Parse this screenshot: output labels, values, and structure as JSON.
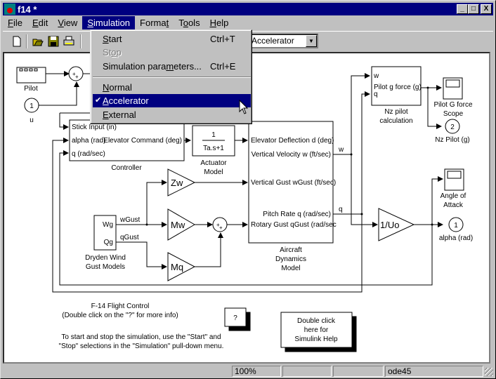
{
  "window": {
    "title": "f14 *",
    "minimize": "_",
    "maximize": "□",
    "close": "X"
  },
  "menubar": [
    {
      "label": "File",
      "u": "F",
      "rest": "ile"
    },
    {
      "label": "Edit",
      "u": "E",
      "rest": "dit"
    },
    {
      "label": "View",
      "u": "V",
      "rest": "iew"
    },
    {
      "label": "Simulation",
      "u": "S",
      "rest": "imulation"
    },
    {
      "label": "Format",
      "pre": "Forma",
      "u": "t",
      "rest": ""
    },
    {
      "label": "Tools",
      "pre": "T",
      "u": "o",
      "rest": "ols"
    },
    {
      "label": "Help",
      "u": "H",
      "rest": "elp"
    }
  ],
  "toolbar": {
    "icons": [
      "new-icon",
      "open-icon",
      "save-icon",
      "print-icon"
    ],
    "sim_mode": "Accelerator"
  },
  "simulation_menu": {
    "start": {
      "u": "S",
      "rest": "tart",
      "shortcut": "Ctrl+T"
    },
    "stop": {
      "pre": "St",
      "u": "o",
      "rest": "p"
    },
    "params": {
      "pre": "Simulation para",
      "u": "m",
      "rest": "eters...",
      "shortcut": "Ctrl+E"
    },
    "normal": {
      "u": "N",
      "rest": "ormal"
    },
    "accelerator": {
      "u": "A",
      "rest": "ccelerator",
      "check": "✔"
    },
    "external": {
      "u": "E",
      "rest": "xternal"
    }
  },
  "diagram": {
    "pilot": "Pilot",
    "u_port": "1",
    "u_label": "u",
    "controller": {
      "name": "Controller",
      "in1": "Stick Input (in)",
      "in2": "alpha (rad)",
      "in3": "q (rad/sec)",
      "out": "Elevator Command (deg)"
    },
    "actuator": {
      "num": "1",
      "den": "Ta.s+1",
      "name1": "Actuator",
      "name2": "Model"
    },
    "aircraft": {
      "in1": "Elevator Deflection d (deg)",
      "out1": "Vertical Velocity w (ft/sec)",
      "in2": "Vertical Gust wGust (ft/sec)",
      "out2": "Pitch Rate q (rad/sec)",
      "in3": "Rotary Gust qGust (rad/sec",
      "name1": "Aircraft",
      "name2": "Dynamics",
      "name3": "Model"
    },
    "gains": {
      "zw": "Zw",
      "mw": "Mw",
      "mq": "Mq",
      "uo": "1/Uo"
    },
    "dryden": {
      "wg": "Wg",
      "qg": "Qg",
      "name1": "Dryden Wind",
      "name2": "Gust Models",
      "sig1": "wGust",
      "sig2": "qGust"
    },
    "signals": {
      "w": "w",
      "q": "q"
    },
    "nz": {
      "in1": "w",
      "in2": "q",
      "out": "Pilot g force (g)",
      "name1": "Nz pilot",
      "name2": "calculation"
    },
    "scope1": {
      "name1": "Pilot G force",
      "name2": "Scope"
    },
    "out2": {
      "num": "2",
      "name": "Nz Pilot (g)"
    },
    "scope2": {
      "name1": "Angle of",
      "name2": "Attack"
    },
    "out1": {
      "num": "1",
      "name": "alpha (rad)"
    },
    "title1": "F-14 Flight Control",
    "title2": "(Double click on the \"?\" for more info)",
    "info_btn": "?",
    "note1": "To start and stop the simulation, use the \"Start\" and",
    "note2": "\"Stop\" selections in the \"Simulation\" pull-down menu.",
    "help1": "Double click",
    "help2": "here for",
    "help3": "Simulink Help"
  },
  "statusbar": {
    "zoom": "100%",
    "s2": "",
    "s3": "",
    "s4": "",
    "solver": "ode45"
  }
}
